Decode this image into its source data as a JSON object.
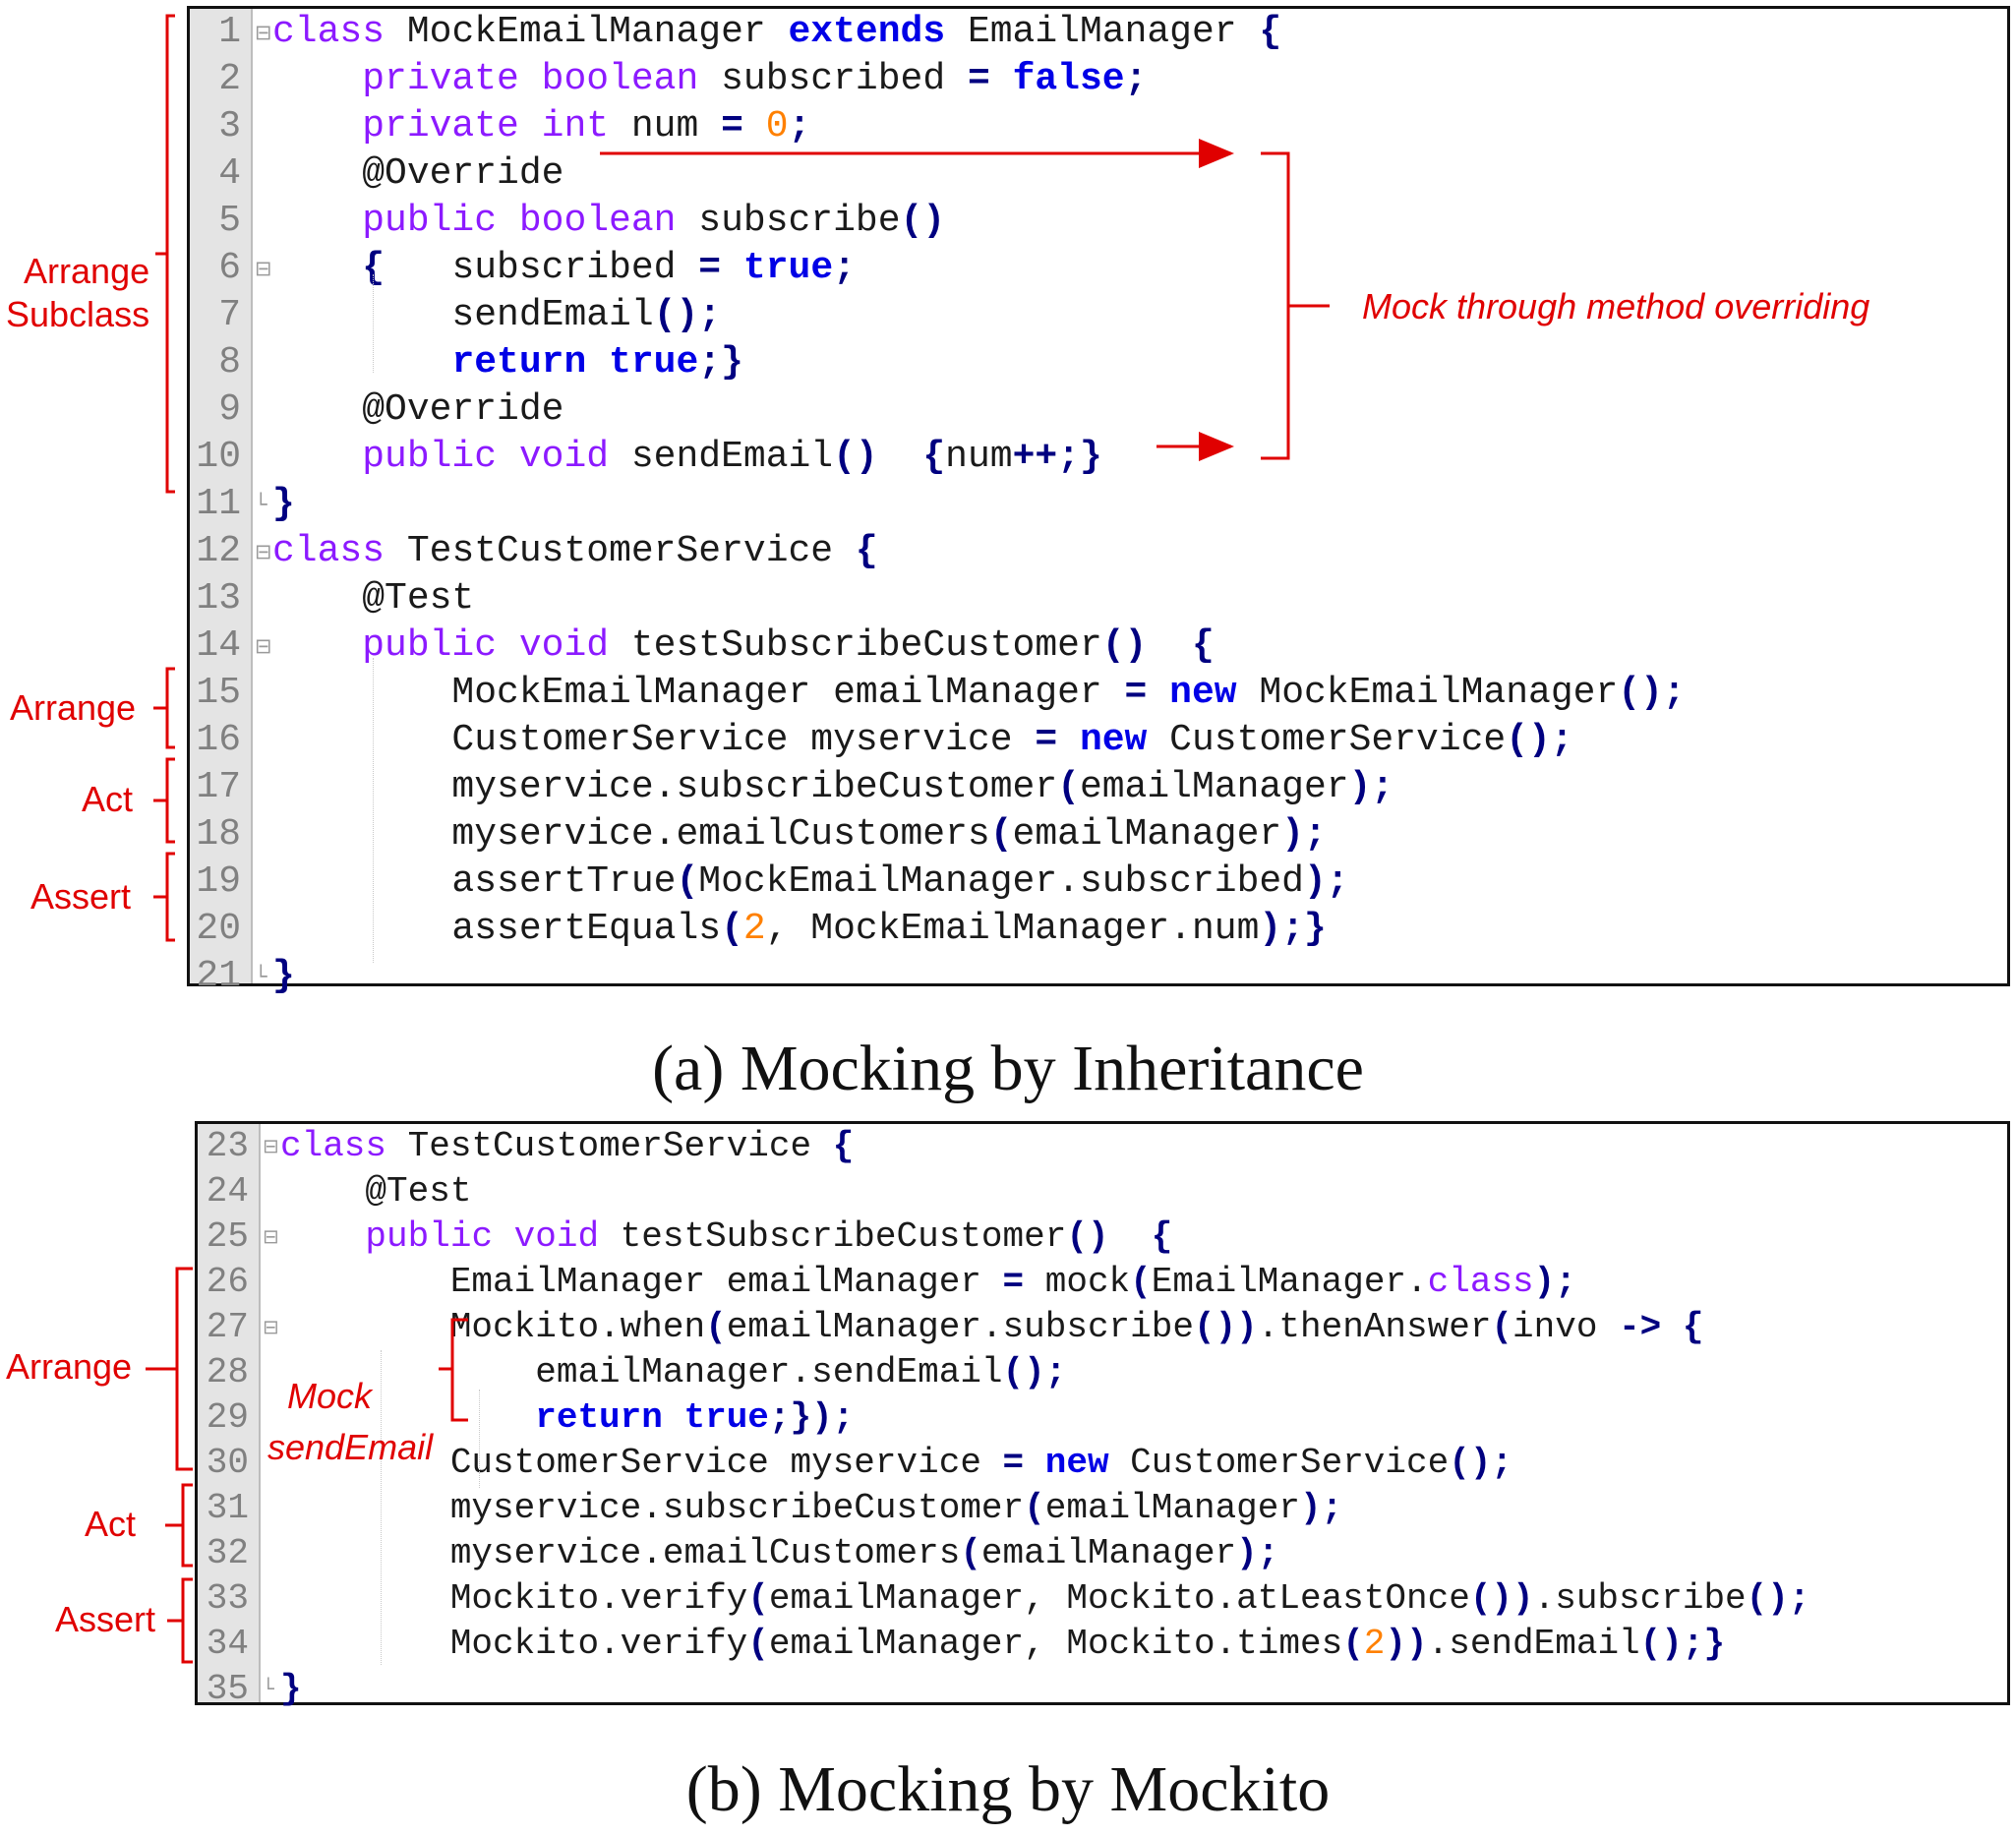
{
  "panel_a": {
    "caption": "(a) Mocking by Inheritance",
    "lines": [
      {
        "no": "1",
        "fold": "⊟",
        "tokens": [
          [
            "kw",
            "class"
          ],
          [
            "plain",
            " MockEmailManager "
          ],
          [
            "bold",
            "extends"
          ],
          [
            "plain",
            " EmailManager "
          ],
          [
            "punct",
            "{"
          ]
        ]
      },
      {
        "no": "2",
        "tokens": [
          [
            "plain",
            "    "
          ],
          [
            "kw",
            "private boolean"
          ],
          [
            "plain",
            " subscribed "
          ],
          [
            "punct",
            "="
          ],
          [
            "plain",
            " "
          ],
          [
            "bold",
            "false"
          ],
          [
            "punct",
            ";"
          ]
        ]
      },
      {
        "no": "3",
        "tokens": [
          [
            "plain",
            "    "
          ],
          [
            "kw",
            "private int"
          ],
          [
            "plain",
            " num "
          ],
          [
            "punct",
            "="
          ],
          [
            "plain",
            " "
          ],
          [
            "num",
            "0"
          ],
          [
            "punct",
            ";"
          ]
        ]
      },
      {
        "no": "4",
        "tokens": [
          [
            "plain",
            "    @Override"
          ]
        ]
      },
      {
        "no": "5",
        "tokens": [
          [
            "plain",
            "    "
          ],
          [
            "kw",
            "public boolean"
          ],
          [
            "plain",
            " subscribe"
          ],
          [
            "punct",
            "()"
          ]
        ]
      },
      {
        "no": "6",
        "fold": "⊟",
        "tokens": [
          [
            "plain",
            "    "
          ],
          [
            "punct",
            "{"
          ],
          [
            "plain",
            "   subscribed "
          ],
          [
            "punct",
            "="
          ],
          [
            "plain",
            " "
          ],
          [
            "bold",
            "true"
          ],
          [
            "punct",
            ";"
          ]
        ]
      },
      {
        "no": "7",
        "tokens": [
          [
            "plain",
            "        sendEmail"
          ],
          [
            "punct",
            "();"
          ]
        ]
      },
      {
        "no": "8",
        "tokens": [
          [
            "plain",
            "        "
          ],
          [
            "bold",
            "return"
          ],
          [
            "plain",
            " "
          ],
          [
            "bold",
            "true"
          ],
          [
            "punct",
            ";}"
          ]
        ]
      },
      {
        "no": "9",
        "tokens": [
          [
            "plain",
            "    @Override"
          ]
        ]
      },
      {
        "no": "10",
        "tokens": [
          [
            "plain",
            "    "
          ],
          [
            "kw",
            "public void"
          ],
          [
            "plain",
            " sendEmail"
          ],
          [
            "punct",
            "()"
          ],
          [
            "plain",
            "  "
          ],
          [
            "punct",
            "{"
          ],
          [
            "plain",
            "num"
          ],
          [
            "punct",
            "++;}"
          ]
        ]
      },
      {
        "no": "11",
        "fold": "└",
        "tokens": [
          [
            "punct",
            "}"
          ]
        ]
      },
      {
        "no": "12",
        "fold": "⊟",
        "tokens": [
          [
            "kw",
            "class"
          ],
          [
            "plain",
            " TestCustomerService "
          ],
          [
            "punct",
            "{"
          ]
        ]
      },
      {
        "no": "13",
        "tokens": [
          [
            "plain",
            "    @Test"
          ]
        ]
      },
      {
        "no": "14",
        "fold": "⊟",
        "tokens": [
          [
            "plain",
            "    "
          ],
          [
            "kw",
            "public void"
          ],
          [
            "plain",
            " testSubscribeCustomer"
          ],
          [
            "punct",
            "()"
          ],
          [
            "plain",
            "  "
          ],
          [
            "punct",
            "{"
          ]
        ]
      },
      {
        "no": "15",
        "tokens": [
          [
            "plain",
            "        MockEmailManager emailManager "
          ],
          [
            "punct",
            "="
          ],
          [
            "plain",
            " "
          ],
          [
            "bold",
            "new"
          ],
          [
            "plain",
            " MockEmailManager"
          ],
          [
            "punct",
            "();"
          ]
        ]
      },
      {
        "no": "16",
        "tokens": [
          [
            "plain",
            "        CustomerService myservice "
          ],
          [
            "punct",
            "="
          ],
          [
            "plain",
            " "
          ],
          [
            "bold",
            "new"
          ],
          [
            "plain",
            " CustomerService"
          ],
          [
            "punct",
            "();"
          ]
        ]
      },
      {
        "no": "17",
        "tokens": [
          [
            "plain",
            "        myservice.subscribeCustomer"
          ],
          [
            "punct",
            "("
          ],
          [
            "plain",
            "emailManager"
          ],
          [
            "punct",
            ");"
          ]
        ]
      },
      {
        "no": "18",
        "tokens": [
          [
            "plain",
            "        myservice.emailCustomers"
          ],
          [
            "punct",
            "("
          ],
          [
            "plain",
            "emailManager"
          ],
          [
            "punct",
            ");"
          ]
        ]
      },
      {
        "no": "19",
        "tokens": [
          [
            "plain",
            "        assertTrue"
          ],
          [
            "punct",
            "("
          ],
          [
            "plain",
            "MockEmailManager.subscribed"
          ],
          [
            "punct",
            ");"
          ]
        ]
      },
      {
        "no": "20",
        "tokens": [
          [
            "plain",
            "        assertEquals"
          ],
          [
            "punct",
            "("
          ],
          [
            "num",
            "2"
          ],
          [
            "plain",
            ", MockEmailManager.num"
          ],
          [
            "punct",
            ");}"
          ]
        ]
      },
      {
        "no": "21",
        "fold": "└",
        "tokens": [
          [
            "punct",
            "}"
          ]
        ]
      }
    ],
    "annotations": {
      "arrange_subclass": "Arrange\nSubclass",
      "arrange": "Arrange",
      "act": "Act",
      "assert": "Assert",
      "mock_override": "Mock through method overriding"
    }
  },
  "panel_b": {
    "caption": "(b) Mocking by Mockito",
    "lines": [
      {
        "no": "23",
        "fold": "⊟",
        "tokens": [
          [
            "kw",
            "class"
          ],
          [
            "plain",
            " TestCustomerService "
          ],
          [
            "punct",
            "{"
          ]
        ]
      },
      {
        "no": "24",
        "tokens": [
          [
            "plain",
            "    @Test"
          ]
        ]
      },
      {
        "no": "25",
        "fold": "⊟",
        "tokens": [
          [
            "plain",
            "    "
          ],
          [
            "kw",
            "public void"
          ],
          [
            "plain",
            " testSubscribeCustomer"
          ],
          [
            "punct",
            "()"
          ],
          [
            "plain",
            "  "
          ],
          [
            "punct",
            "{"
          ]
        ]
      },
      {
        "no": "26",
        "tokens": [
          [
            "plain",
            "        EmailManager emailManager "
          ],
          [
            "punct",
            "="
          ],
          [
            "plain",
            " mock"
          ],
          [
            "punct",
            "("
          ],
          [
            "plain",
            "EmailManager."
          ],
          [
            "kw",
            "class"
          ],
          [
            "punct",
            ");"
          ]
        ]
      },
      {
        "no": "27",
        "fold": "⊟",
        "tokens": [
          [
            "plain",
            "        Mockito.when"
          ],
          [
            "punct",
            "("
          ],
          [
            "plain",
            "emailManager.subscribe"
          ],
          [
            "punct",
            "())"
          ],
          [
            "plain",
            ".thenAnswer"
          ],
          [
            "punct",
            "("
          ],
          [
            "plain",
            "invo "
          ],
          [
            "punct",
            "->"
          ],
          [
            "plain",
            " "
          ],
          [
            "punct",
            "{"
          ]
        ]
      },
      {
        "no": "28",
        "tokens": [
          [
            "plain",
            "            emailManager.sendEmail"
          ],
          [
            "punct",
            "();"
          ]
        ]
      },
      {
        "no": "29",
        "tokens": [
          [
            "plain",
            "            "
          ],
          [
            "bold",
            "return"
          ],
          [
            "plain",
            " "
          ],
          [
            "bold",
            "true"
          ],
          [
            "punct",
            ";});"
          ]
        ]
      },
      {
        "no": "30",
        "tokens": [
          [
            "plain",
            "        CustomerService myservice "
          ],
          [
            "punct",
            "="
          ],
          [
            "plain",
            " "
          ],
          [
            "bold",
            "new"
          ],
          [
            "plain",
            " CustomerService"
          ],
          [
            "punct",
            "();"
          ]
        ]
      },
      {
        "no": "31",
        "tokens": [
          [
            "plain",
            "        myservice.subscribeCustomer"
          ],
          [
            "punct",
            "("
          ],
          [
            "plain",
            "emailManager"
          ],
          [
            "punct",
            ");"
          ]
        ]
      },
      {
        "no": "32",
        "tokens": [
          [
            "plain",
            "        myservice.emailCustomers"
          ],
          [
            "punct",
            "("
          ],
          [
            "plain",
            "emailManager"
          ],
          [
            "punct",
            ");"
          ]
        ]
      },
      {
        "no": "33",
        "tokens": [
          [
            "plain",
            "        Mockito.verify"
          ],
          [
            "punct",
            "("
          ],
          [
            "plain",
            "emailManager, Mockito.atLeastOnce"
          ],
          [
            "punct",
            "())"
          ],
          [
            "plain",
            ".subscribe"
          ],
          [
            "punct",
            "();"
          ]
        ]
      },
      {
        "no": "34",
        "tokens": [
          [
            "plain",
            "        Mockito.verify"
          ],
          [
            "punct",
            "("
          ],
          [
            "plain",
            "emailManager, Mockito.times"
          ],
          [
            "punct",
            "("
          ],
          [
            "num",
            "2"
          ],
          [
            "punct",
            "))"
          ],
          [
            "plain",
            ".sendEmail"
          ],
          [
            "punct",
            "();}"
          ]
        ]
      },
      {
        "no": "35",
        "fold": "└",
        "tokens": [
          [
            "punct",
            "}"
          ]
        ]
      }
    ],
    "annotations": {
      "arrange": "Arrange",
      "mock_send_email": "Mock\nsendEmail",
      "act": "Act",
      "assert": "Assert"
    }
  },
  "colors": {
    "keyword": "#8c1aff",
    "bold_keyword": "#0000e6",
    "punctuation": "#000080",
    "number": "#ff8000",
    "annotation": "#e00000",
    "line_number": "#808080",
    "gutter": "#e4e4e4"
  }
}
